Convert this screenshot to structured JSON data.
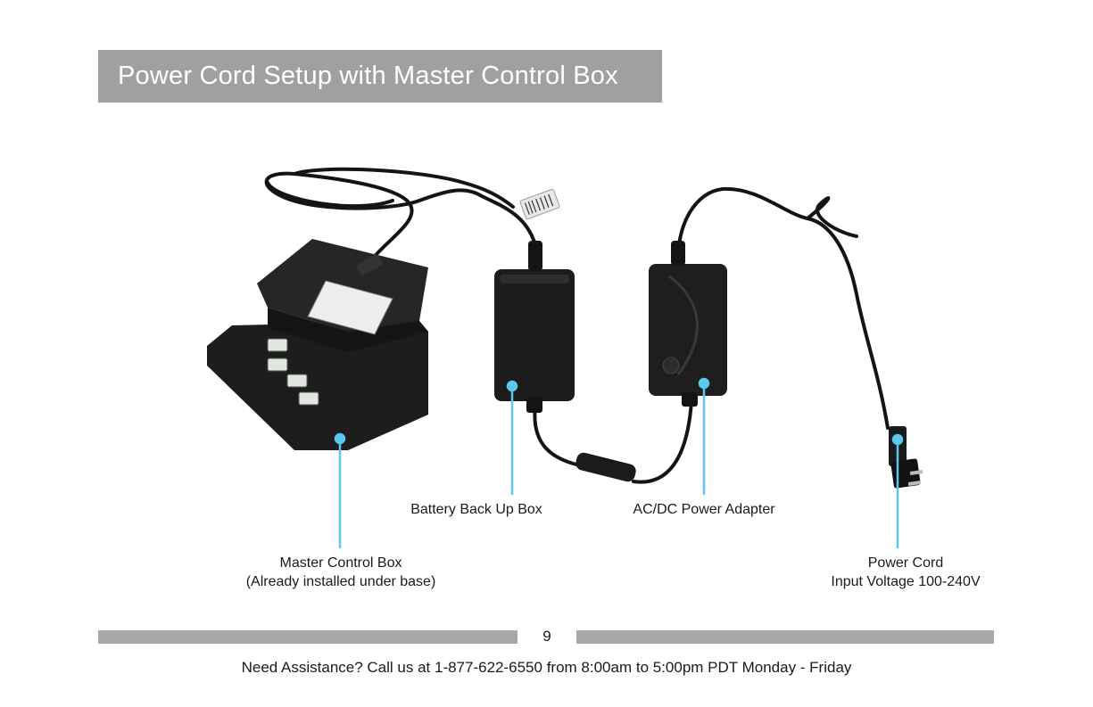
{
  "header": {
    "title": "Power Cord Setup with Master Control Box"
  },
  "callouts": {
    "master_control_box": {
      "line1": "Master Control Box",
      "line2": "(Already installed under base)"
    },
    "battery_backup": {
      "label": "Battery Back Up Box"
    },
    "adapter": {
      "label": "AC/DC Power Adapter"
    },
    "power_cord": {
      "line1": "Power Cord",
      "line2": "Input Voltage 100-240V"
    }
  },
  "footer": {
    "page_number": "9",
    "assistance": "Need Assistance? Call us at 1-877-622-6550 from 8:00am to 5:00pm PDT Monday - Friday"
  },
  "colors": {
    "title_bar": "#a0a0a0",
    "footer_bar": "#a8a8a8",
    "callout_accent": "#5bc8ee"
  }
}
